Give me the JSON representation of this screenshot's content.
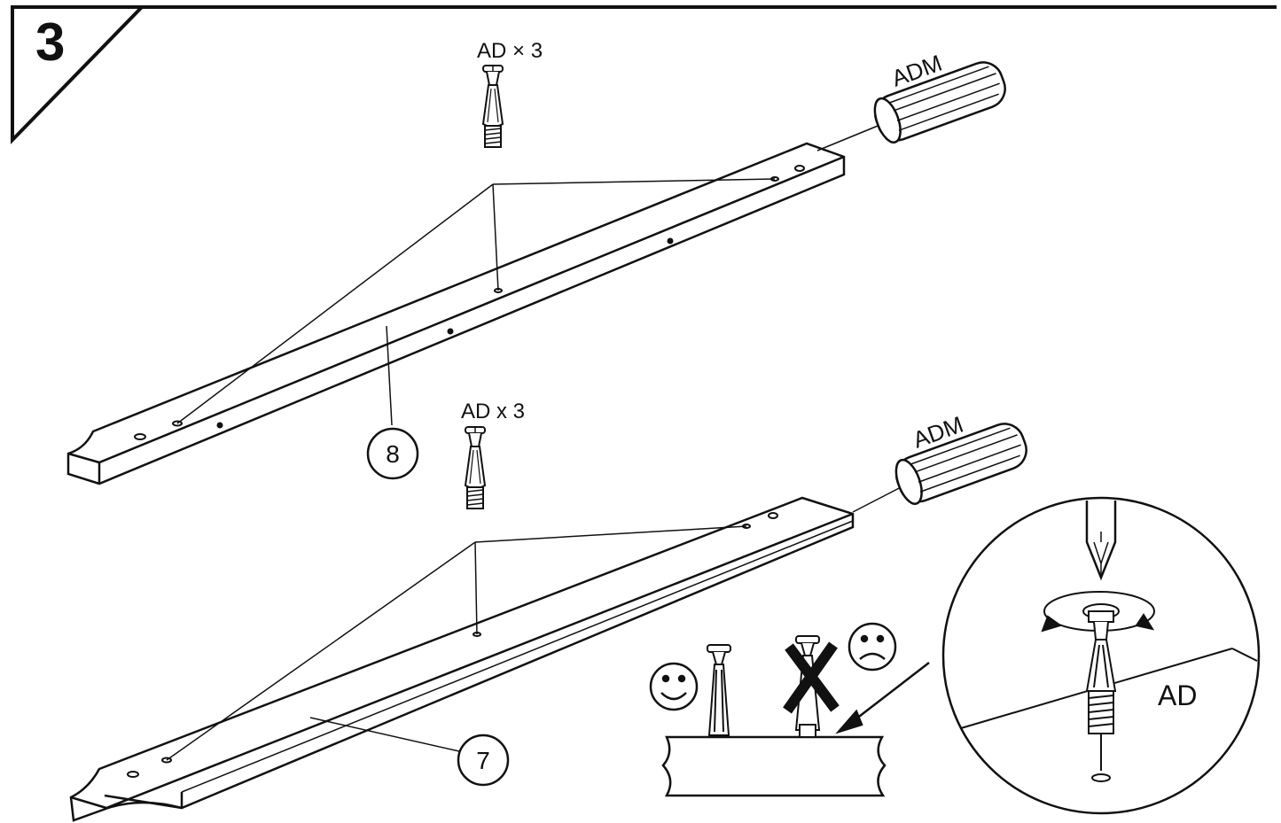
{
  "step": {
    "number": "3"
  },
  "upper_assembly": {
    "fitting_label": "AD × 3",
    "dowel_label": "ADM",
    "part_number": "8"
  },
  "lower_assembly": {
    "fitting_label": "AD x 3",
    "dowel_label": "ADM",
    "part_number": "7"
  },
  "tips": {
    "correct_icon": "smiley-face-icon",
    "wrong_icon": "sad-face-icon",
    "wrong_mark": "X"
  },
  "detail": {
    "label": "AD",
    "tool_icon": "screwdriver-icon",
    "rotate_icon": "rotate-arrows-icon"
  }
}
